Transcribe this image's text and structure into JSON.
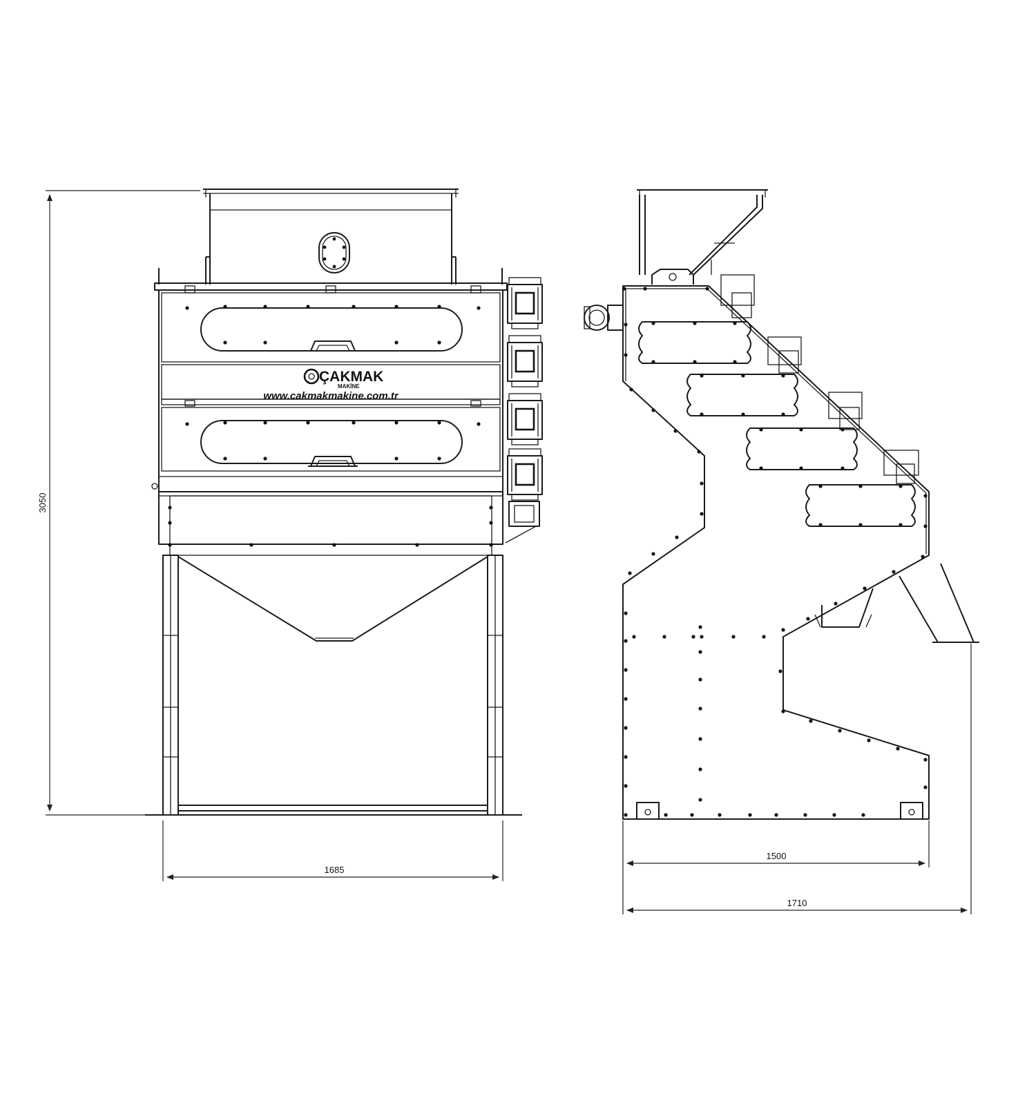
{
  "drawing": {
    "dimensions": {
      "height": "3050",
      "front_width": "1685",
      "side_width_body": "1500",
      "side_width_total": "1710"
    },
    "brand": {
      "logo_text": "ÇAKMAK",
      "logo_subtext": "MAKİNE",
      "website": "www.cakmakmakine.com.tr"
    }
  }
}
